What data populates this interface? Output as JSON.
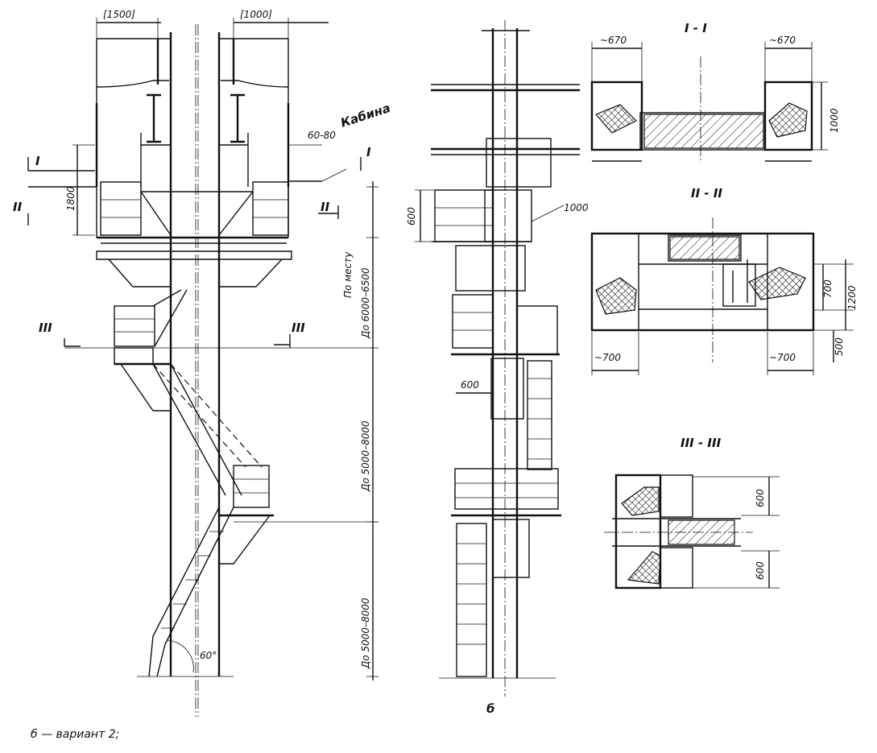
{
  "dimensions": {
    "d1500": "[1500]",
    "d1000_top": "[1000]",
    "d60_80": "60-80",
    "d1800": "1800",
    "d600_v": "600",
    "d1000_b": "1000",
    "d600_b": "600",
    "d670_left": "~670",
    "d670_right": "~670",
    "d1000_sec1": "1000",
    "d700_left": "~700",
    "d700_right": "~700",
    "d700_v": "700",
    "d1200": "1200",
    "d500": "500",
    "d600_sec3_top": "600",
    "d600_sec3_bot": "600",
    "angle": "60°"
  },
  "vertical_dimensions": {
    "local": "По месту",
    "range1": "До 6000–6500",
    "range2": "До 5000–8000",
    "range3": "До 5000–8000"
  },
  "labels": {
    "cabin": "Кабина",
    "view_b": "б",
    "mark_I_left": "I",
    "mark_I_right": "I",
    "mark_II_left": "II",
    "mark_II_right": "II",
    "mark_III_left": "III",
    "mark_III_right": "III"
  },
  "sections": {
    "s1": "I - I",
    "s2": "II - II",
    "s3": "III - III"
  },
  "caption": "б — вариант 2;"
}
